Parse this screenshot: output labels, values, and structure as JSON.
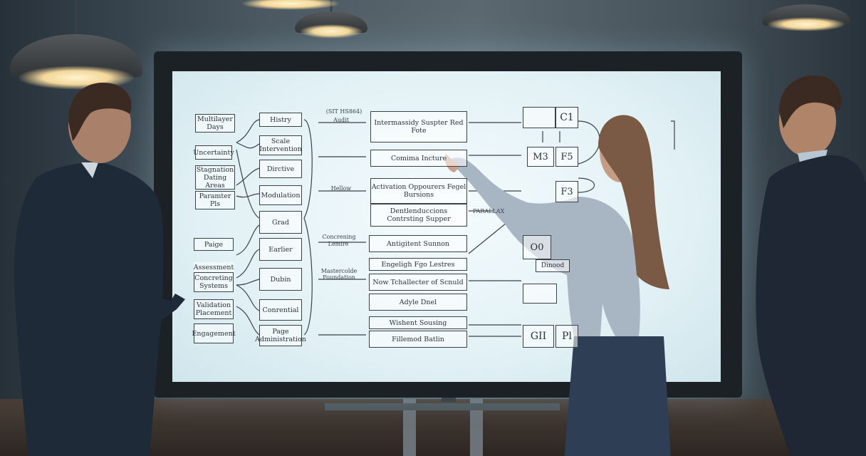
{
  "board": {
    "left_column": [
      "Multilayer Days",
      "Uncertainty",
      "Stagnation Dating Areas",
      "Paramter Pls",
      "Paige",
      "Assessment",
      "Concreting Systems",
      "Validation Placement",
      "Engagement"
    ],
    "col2": [
      "Histry",
      "Scale Intervention",
      "Dirctive",
      "Modulation",
      "Grad",
      "Earlier",
      "Dubin",
      "Conrential",
      "Page Administration"
    ],
    "small_labels": {
      "top": "(SIT HS864)",
      "a": "Audit",
      "b": "Hellow",
      "c": "Concrening",
      "d": "Lemire",
      "e": "Mastercolde Foundation",
      "f": "PARALLAX"
    },
    "center": [
      "Intermassidy Suspter Red Fote",
      "Comima Incture",
      "Activation Oppourers Fegel Bursions",
      "Dentlenduccions Contrsting Supper",
      "Antigitent Sunnon",
      "Engeligh Fgo Lestres",
      "Now Tchallecter of Scnuld",
      "Adyle Dnel",
      "Wishent Sousing",
      "Fillemod Batlin"
    ],
    "right": [
      "C1",
      "M3",
      "F5",
      "F3",
      "O0",
      "Dinood",
      "GII",
      "Pl"
    ]
  },
  "colors": {
    "screen": "#e7f4f7",
    "ink": "#3a4248",
    "suit": "#1f2a38",
    "shirt": "#a8b6c3",
    "jeans": "#2d3e55"
  }
}
